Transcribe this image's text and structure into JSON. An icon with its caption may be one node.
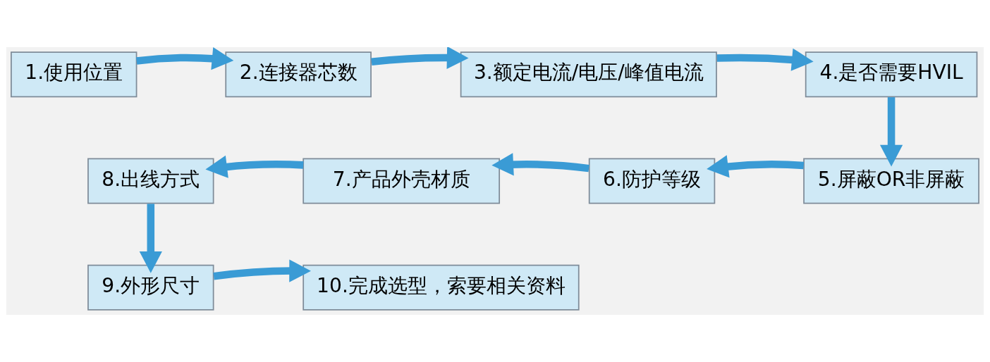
{
  "diagram": {
    "nodes": [
      {
        "text": [
          "1.使用位置"
        ]
      },
      {
        "text": [
          "2.连接器芯数"
        ]
      },
      {
        "text": [
          "3.额定电流/电压/峰值电流"
        ]
      },
      {
        "text": [
          "4.是否需要HVIL"
        ]
      },
      {
        "text": [
          "5.屏蔽OR非屏蔽"
        ]
      },
      {
        "text": [
          "6.防护等级"
        ]
      },
      {
        "text": [
          "7.产品外壳材质"
        ]
      },
      {
        "text": [
          "8.出线方式"
        ]
      },
      {
        "text": [
          "9.外形尺寸"
        ]
      },
      {
        "text": [
          "10.完成选型，索要相关资料"
        ]
      }
    ],
    "edges": [
      {
        "from": 0,
        "to": 1,
        "arrow": "to"
      },
      {
        "from": 1,
        "to": 2,
        "arrow": "to"
      },
      {
        "from": 2,
        "to": 3,
        "arrow": "to"
      },
      {
        "from": 3,
        "to": 4,
        "arrow": "to"
      },
      {
        "from": 4,
        "to": 5,
        "arrow": "to"
      },
      {
        "from": 5,
        "to": 6,
        "arrow": "to"
      },
      {
        "from": 6,
        "to": 7,
        "arrow": "to"
      },
      {
        "from": 7,
        "to": 8,
        "arrow": "to"
      },
      {
        "from": 8,
        "to": 9,
        "arrow": "to"
      }
    ]
  }
}
